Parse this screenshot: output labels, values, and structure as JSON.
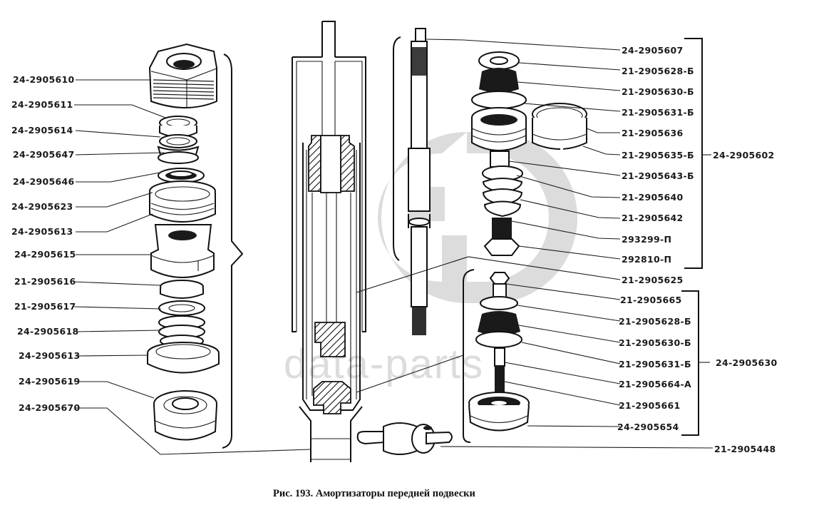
{
  "watermark": {
    "text": "data-parts",
    "color": "#dcdcdc"
  },
  "caption": "Рис. 193. Амортизаторы передней подвески",
  "left_group": {
    "labels": [
      "24-2905610",
      "24-2905611",
      "24-2905614",
      "24-2905647",
      "24-2905646",
      "24-2905623",
      "24-2905613",
      "24-2905615",
      "21-2905616",
      "21-2905617",
      "24-2905618",
      "24-2905613",
      "24-2905619",
      "24-2905670"
    ]
  },
  "upper_right_group": {
    "assembly": "24-2905602",
    "labels": [
      "24-2905607",
      "21-2905628-Б",
      "21-2905630-Б",
      "21-2905631-Б",
      "21-2905636",
      "21-2905635-Б",
      "21-2905643-Б",
      "21-2905640",
      "21-2905642",
      "293299-П",
      "292810-П",
      "21-2905625"
    ]
  },
  "lower_right_group": {
    "assembly": "24-2905630",
    "labels": [
      "21-2905665",
      "21-2905628-Б",
      "21-2905630-Б",
      "21-2905631-Б",
      "21-2905664-А",
      "21-2905661",
      "24-2905654"
    ]
  },
  "bushing_label": "21-2905448"
}
